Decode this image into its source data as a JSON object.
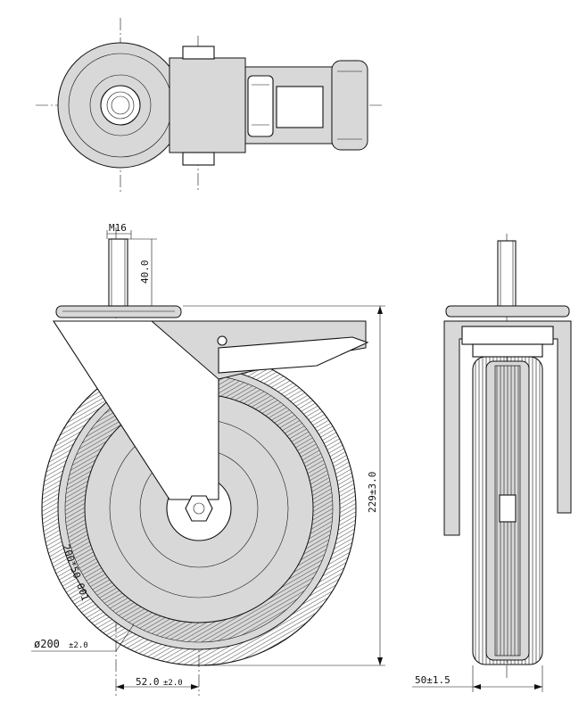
{
  "dimensions": {
    "stem_thread": "M16",
    "stem_length": "40.0",
    "height": "229±3.0",
    "wheel_diameter_main": "ø200",
    "wheel_diameter_tol": "±2.0",
    "offset_main": "52.0",
    "offset_tol": "±2.0",
    "width": "50±1.5"
  },
  "markings": {
    "tread_text": "200*50-001"
  }
}
